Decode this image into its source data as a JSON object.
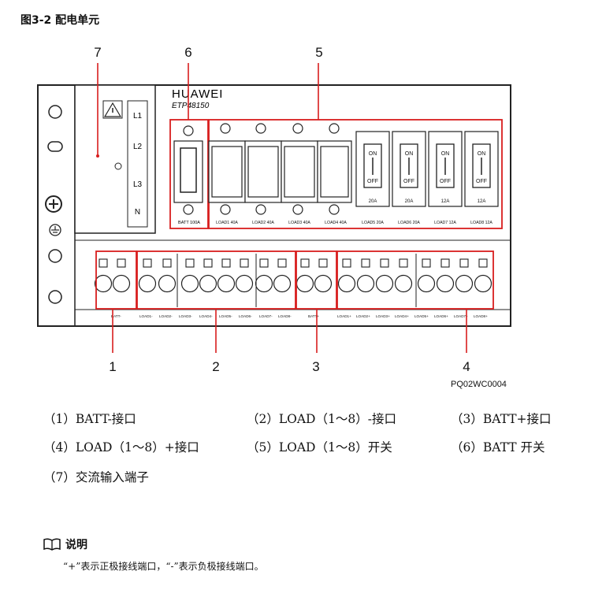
{
  "figure": {
    "title": "图3-2  配电单元",
    "code": "PQ02WC0004"
  },
  "device": {
    "brand": "HUAWEI",
    "model": "ETP48150",
    "ac_terminals": [
      "L1",
      "L2",
      "L3",
      "N"
    ],
    "batt_switch": "BATT 100A",
    "load_switch_labels": [
      "LOAD1 40A",
      "LOAD2 40A",
      "LOAD3 40A",
      "LOAD4 40A",
      "LOAD5 20A",
      "LOAD6 20A",
      "LOAD7 12A",
      "LOAD8 12A"
    ],
    "breaker_ratings": [
      "20A",
      "20A",
      "12A",
      "12A"
    ],
    "breaker_on": "ON",
    "breaker_off": "OFF",
    "bottom_labels_left": [
      "BATT-",
      "LOAD1-",
      "LOAD2-",
      "LOAD3-",
      "LOAD4-",
      "LOAD5-",
      "LOAD6-",
      "LOAD7-",
      "LOAD8-"
    ],
    "bottom_labels_right": [
      "BATT+",
      "LOAD1+",
      "LOAD2+",
      "LOAD3+",
      "LOAD4+",
      "LOAD5+",
      "LOAD6+",
      "LOAD7+",
      "LOAD8+"
    ]
  },
  "callouts": [
    "1",
    "2",
    "3",
    "4",
    "5",
    "6",
    "7"
  ],
  "legend": [
    "（1）BATT-接口",
    "（2）LOAD（1～8）-接口",
    "（3）BATT+接口",
    "（4）LOAD（1～8）+接口",
    "（5）LOAD（1～8）开关",
    "（6）BATT 开关",
    "（7）交流输入端子"
  ],
  "note": {
    "heading": "说明",
    "text": "“+”表示正极接线端口，“-”表示负极接线端口。"
  },
  "colors": {
    "highlight": "#d81e1e",
    "outline": "#222222",
    "panel": "#ffffff"
  }
}
